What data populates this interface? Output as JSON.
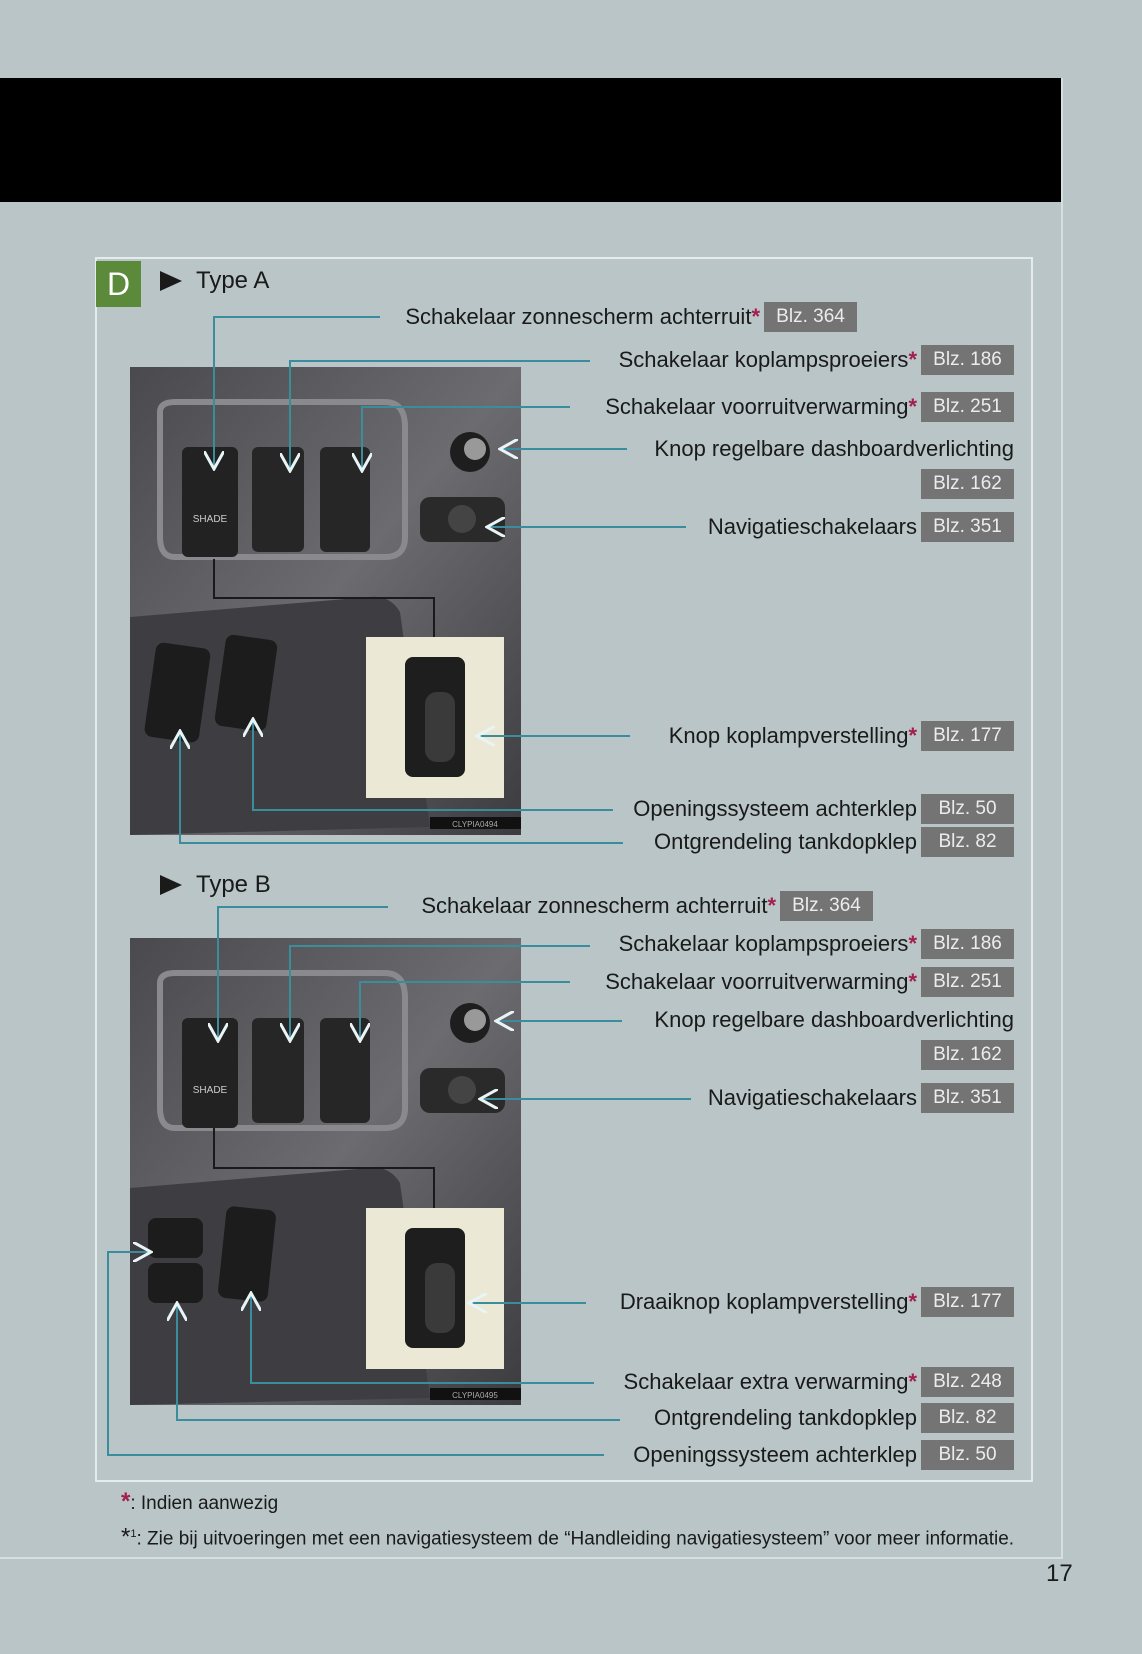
{
  "section_letter": "D",
  "type_a": {
    "title": "Type A",
    "photo_code": "CLYPIA0494",
    "switch_label": "SHADE",
    "rows": [
      {
        "label": "Schakelaar zonnescherm achterruit",
        "asterisk": "*",
        "page": "Blz. 364"
      },
      {
        "label": "Schakelaar koplampsproeiers",
        "asterisk": "*",
        "page": "Blz. 186"
      },
      {
        "label": "Schakelaar voorruitverwarming",
        "asterisk": "*",
        "page": "Blz. 251"
      },
      {
        "label": "Knop regelbare dashboardverlichting",
        "page": "Blz. 162"
      },
      {
        "label": "Navigatieschakelaars",
        "page": "Blz. 351"
      },
      {
        "label": "Knop koplampverstelling",
        "asterisk": "*",
        "page": "Blz. 177"
      },
      {
        "label": "Openingssysteem achterklep",
        "page": "Blz. 50"
      },
      {
        "label": "Ontgrendeling tankdopklep",
        "page": "Blz. 82"
      }
    ]
  },
  "type_b": {
    "title": "Type B",
    "photo_code": "CLYPIA0495",
    "switch_label": "SHADE",
    "rows": [
      {
        "label": "Schakelaar zonnescherm achterruit",
        "asterisk": "*",
        "page": "Blz. 364"
      },
      {
        "label": "Schakelaar koplampsproeiers",
        "asterisk": "*",
        "page": "Blz. 186"
      },
      {
        "label": "Schakelaar voorruitverwarming",
        "asterisk": "*",
        "page": "Blz. 251"
      },
      {
        "label": "Knop regelbare dashboardverlichting",
        "page": "Blz. 162"
      },
      {
        "label": "Navigatieschakelaars",
        "page": "Blz. 351"
      },
      {
        "label": "Draaiknop koplampverstelling",
        "asterisk": "*",
        "page": "Blz. 177"
      },
      {
        "label": "Schakelaar extra verwarming",
        "asterisk": "*",
        "page": "Blz. 248"
      },
      {
        "label": "Ontgrendeling tankdopklep",
        "page": "Blz. 82"
      },
      {
        "label": "Openingssysteem achterklep",
        "page": "Blz. 50"
      }
    ]
  },
  "footnotes": {
    "asterisk_mark": "*",
    "asterisk_text": ": Indien aanwezig",
    "note1_mark": "*",
    "note1_sup": "1",
    "note1_text": ": Zie bij uitvoeringen met een navigatiesysteem de “Handleiding navigatiesysteem” voor meer informatie."
  },
  "page_number": "17",
  "colors": {
    "accent_green": "#5a8a3a",
    "leader_line": "#3a8d9c",
    "asterisk": "#a3204c",
    "badge_bg": "#747474"
  }
}
